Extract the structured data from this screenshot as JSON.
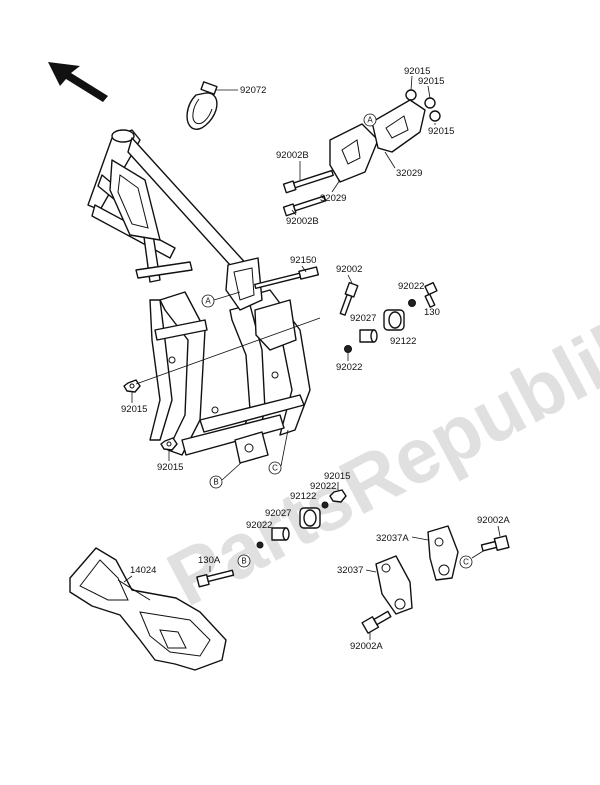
{
  "watermark": "PartsRepublik",
  "callouts": {
    "c_92072": "92072",
    "c_92015_a": "92015",
    "c_92015_b": "92015",
    "c_92015_c": "92015",
    "c_92002B_a": "92002B",
    "c_32029_a": "32029",
    "c_32029_b": "32029",
    "c_92002B_b": "92002B",
    "c_92150": "92150",
    "c_92002": "92002",
    "c_92022_a": "92022",
    "c_130": "130",
    "c_92027_a": "92027",
    "c_92122_a": "92122",
    "c_92022_b": "92022",
    "c_92015_d": "92015",
    "c_92015_e": "92015",
    "c_92015_f": "92015",
    "c_92022_c": "92022",
    "c_92122_b": "92122",
    "c_92027_b": "92027",
    "c_92022_d": "92022",
    "c_130A": "130A",
    "c_14024": "14024",
    "c_32037A": "32037A",
    "c_92002A_a": "92002A",
    "c_32037": "32037",
    "c_92002A_b": "92002A"
  },
  "ref_letters": {
    "A1": "A",
    "A2": "A",
    "B1": "B",
    "B2": "B",
    "C1": "C",
    "C2": "C"
  }
}
